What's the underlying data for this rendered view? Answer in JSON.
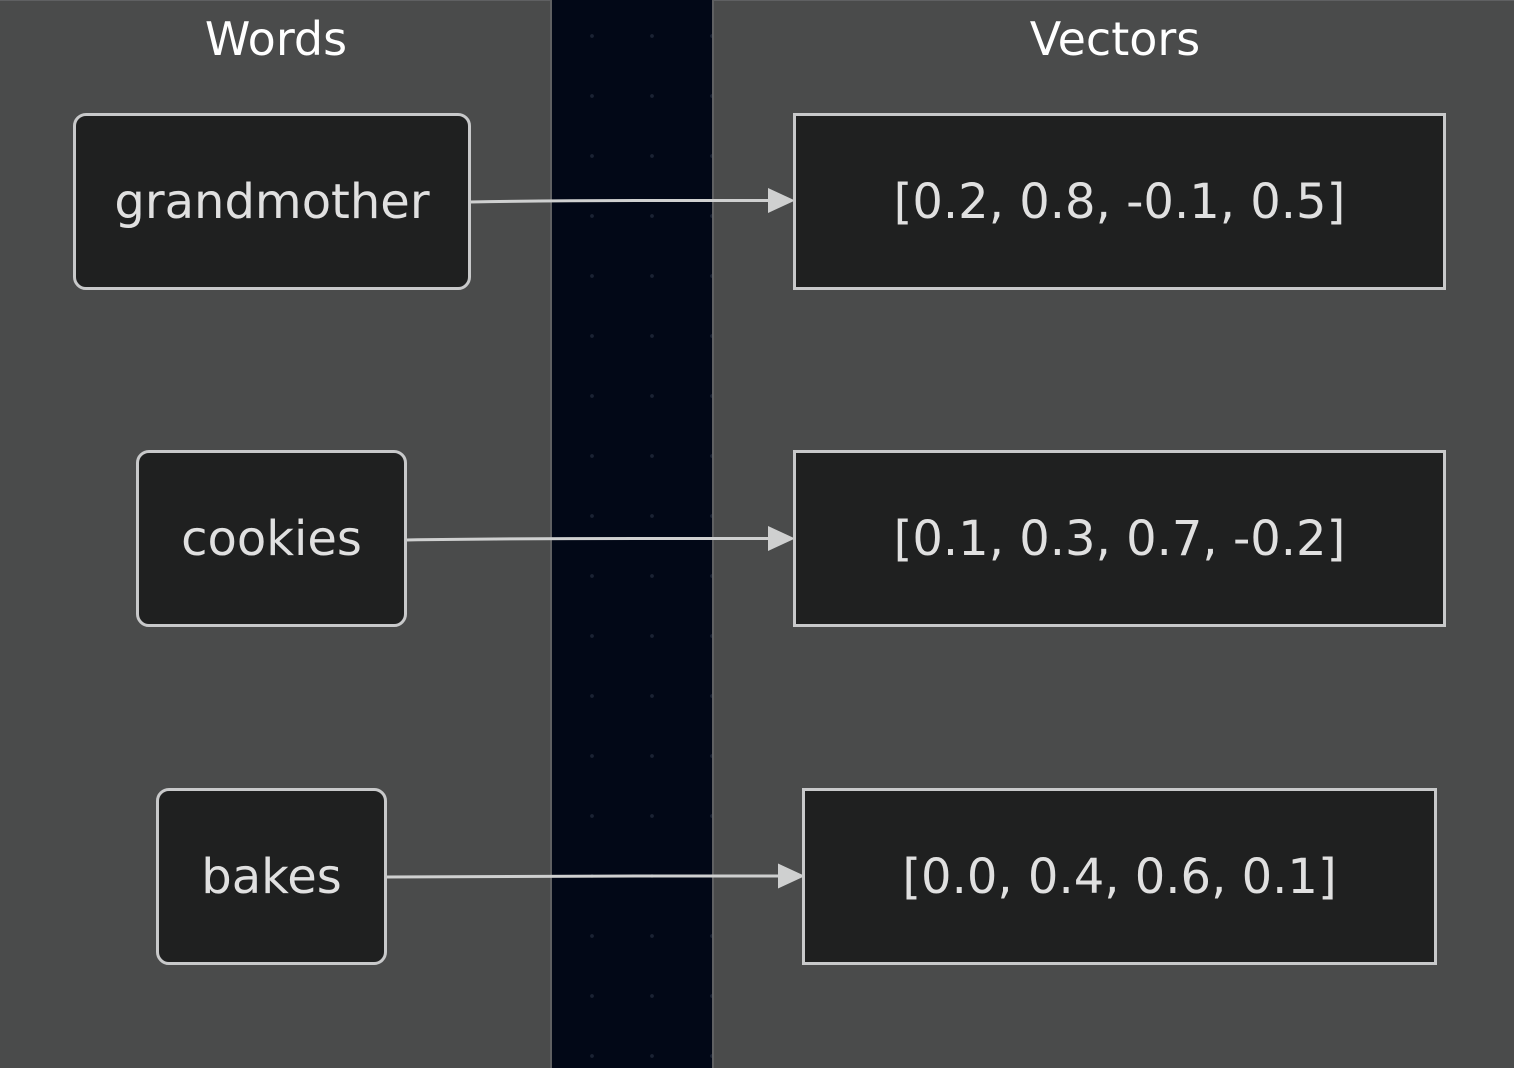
{
  "groups": {
    "words_title": "Words",
    "vectors_title": "Vectors"
  },
  "words": [
    {
      "label": "grandmother"
    },
    {
      "label": "cookies"
    },
    {
      "label": "bakes"
    }
  ],
  "vectors": [
    {
      "label": "[0.2, 0.8, -0.1, 0.5]"
    },
    {
      "label": "[0.1, 0.3, 0.7, -0.2]"
    },
    {
      "label": "[0.0, 0.4, 0.6, 0.1]"
    }
  ],
  "colors": {
    "panel": "#4a4b4b",
    "background": "#020817",
    "node_fill": "#1f2020",
    "node_stroke": "#c8c9ca",
    "edge": "#cfd0d0",
    "title_text": "#ffffff",
    "node_text": "#e0e0e0"
  }
}
